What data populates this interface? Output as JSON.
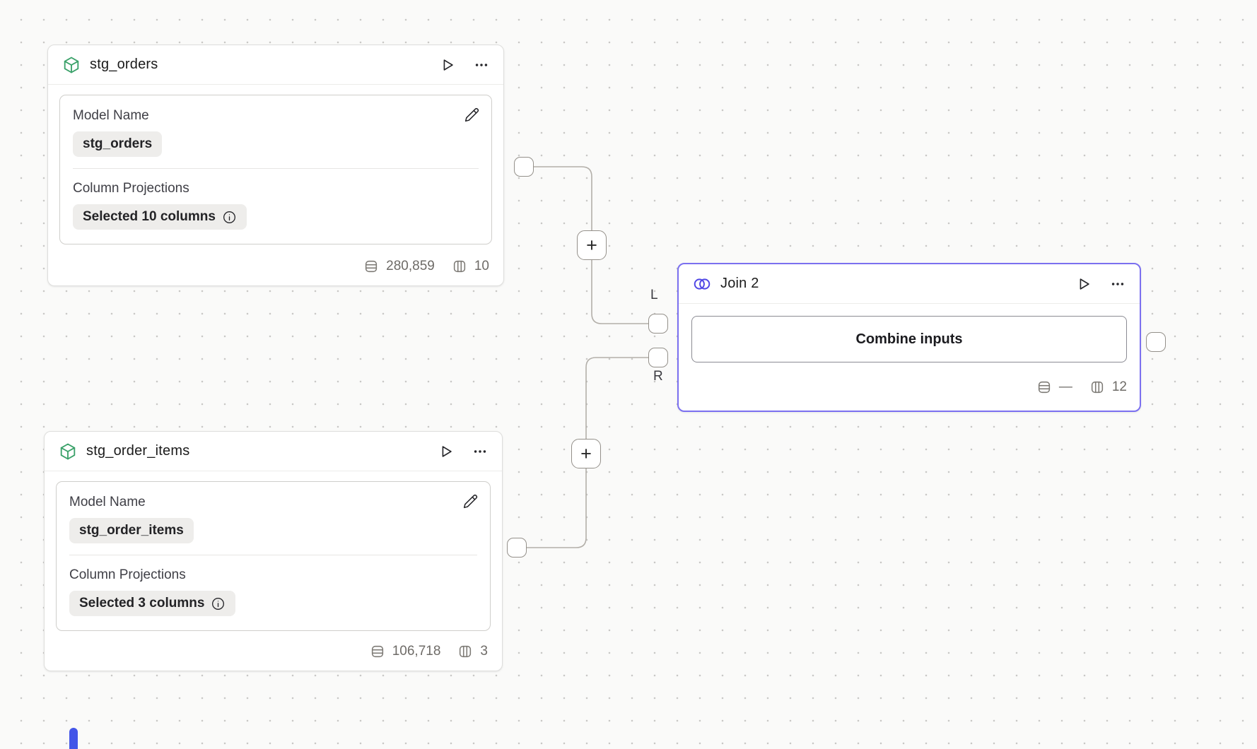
{
  "canvas": {
    "background": "#fafaf9",
    "dot_color": "#c9c8c6"
  },
  "colors": {
    "join_accent": "#7b70f0",
    "join_icon": "#4f46e5",
    "model_icon_green": "#3aa169",
    "indicator_blue": "#4355e8"
  },
  "nodes": [
    {
      "id": "stg_orders",
      "type": "model",
      "title": "stg_orders",
      "model_name_label": "Model Name",
      "model_name_value": "stg_orders",
      "projections_label": "Column Projections",
      "projections_value": "Selected 10 columns",
      "row_count": "280,859",
      "column_count": "10"
    },
    {
      "id": "stg_order_items",
      "type": "model",
      "title": "stg_order_items",
      "model_name_label": "Model Name",
      "model_name_value": "stg_order_items",
      "projections_label": "Column Projections",
      "projections_value": "Selected 3 columns",
      "row_count": "106,718",
      "column_count": "3"
    },
    {
      "id": "join_2",
      "type": "join",
      "title": "Join 2",
      "action_label": "Combine inputs",
      "row_count": "—",
      "column_count": "12"
    }
  ],
  "edges": {
    "left_port_label": "L",
    "right_port_label": "R",
    "plus_symbol": "+"
  }
}
